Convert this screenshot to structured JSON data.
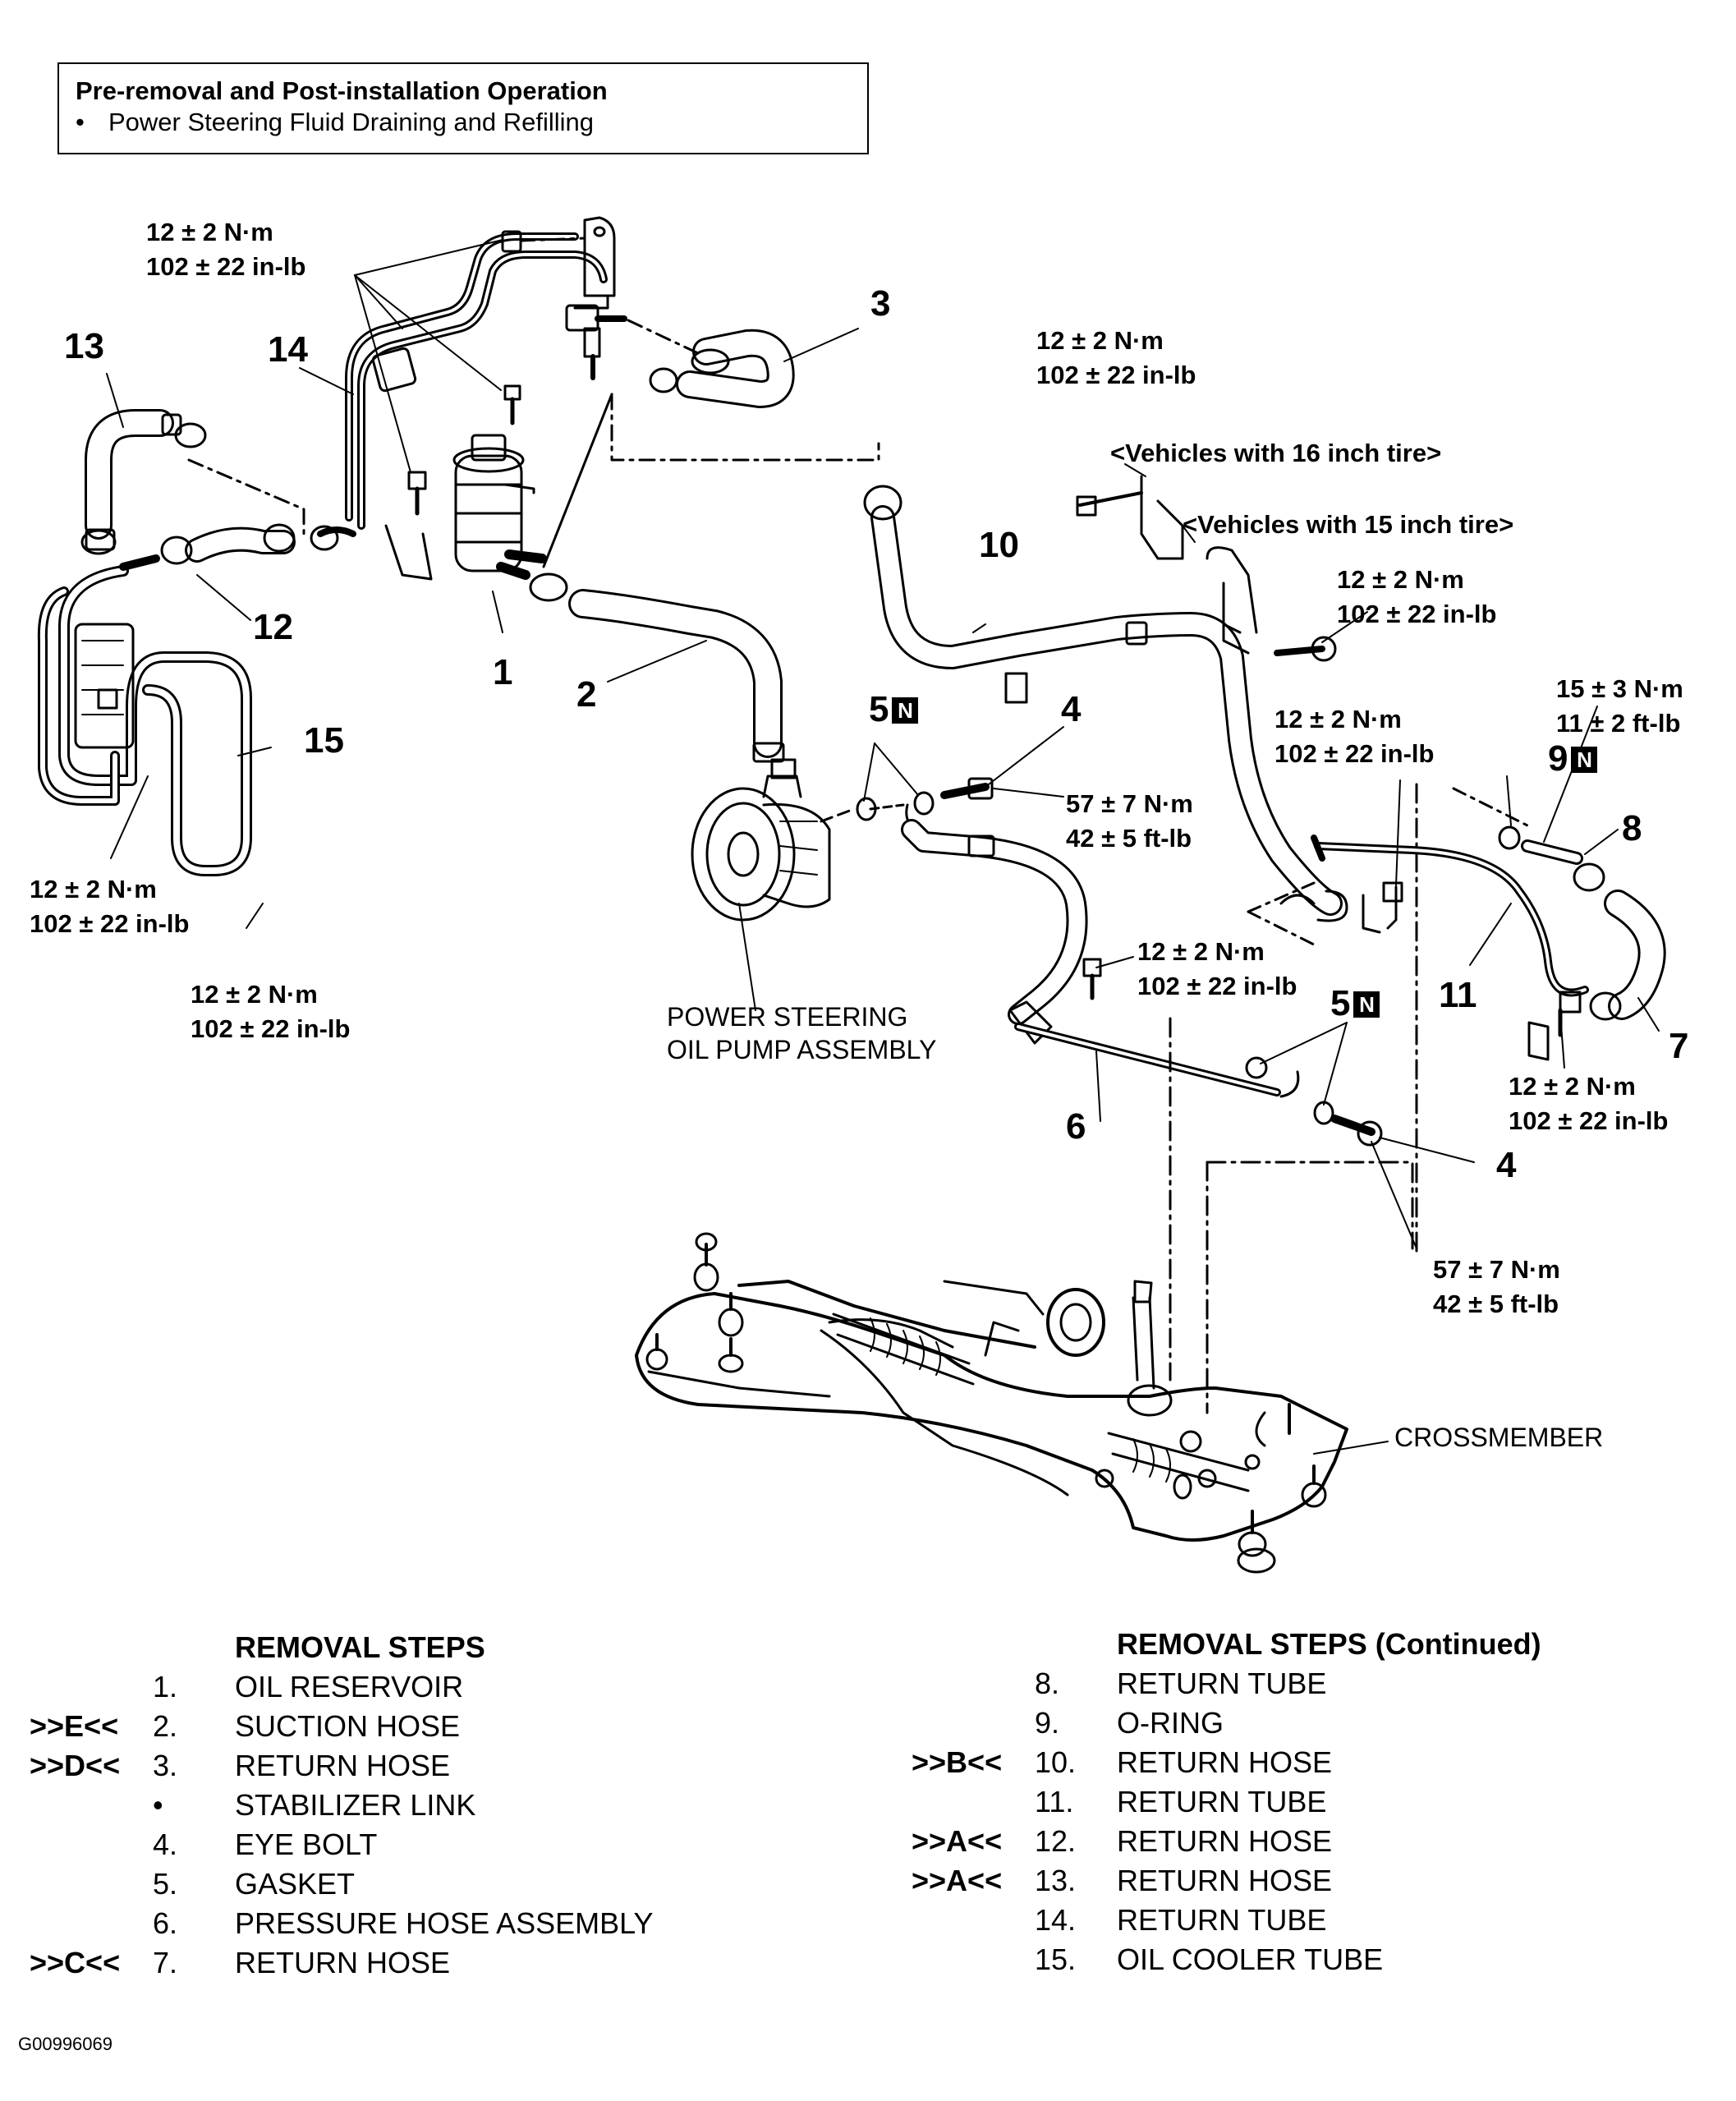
{
  "pre_removal": {
    "title": "Pre-removal and Post-installation Operation",
    "bullet": "•",
    "item": "Power Steering Fluid Draining and Refilling"
  },
  "torques": {
    "nm_12": "12 ± 2 N·m",
    "inlb_102": "102 ± 22 in-lb",
    "nm_57": "57 ± 7 N·m",
    "ftlb_42": "42 ± 5 ft-lb",
    "nm_15": "15 ± 3 N·m",
    "ftlb_11": "11 ± 2 ft-lb"
  },
  "notes": {
    "tire16": "<Vehicles with 16 inch tire>",
    "tire15": "<Vehicles with 15 inch tire>"
  },
  "parts": {
    "pump_line1": "POWER STEERING",
    "pump_line2": "OIL PUMP ASSEMBLY",
    "crossmember": "CROSSMEMBER"
  },
  "callouts": {
    "c1": "1",
    "c2": "2",
    "c3": "3",
    "c4": "4",
    "c5": "5",
    "c6": "6",
    "c7": "7",
    "c8": "8",
    "c9": "9",
    "c10": "10",
    "c11": "11",
    "c12": "12",
    "c13": "13",
    "c14": "14",
    "c15": "15",
    "badge": "N"
  },
  "removal_steps": {
    "heading": "REMOVAL STEPS",
    "items": [
      {
        "ref": "",
        "num": "1.",
        "text": "OIL RESERVOIR"
      },
      {
        "ref": ">>E<<",
        "num": "2.",
        "text": "SUCTION HOSE"
      },
      {
        "ref": ">>D<<",
        "num": "3.",
        "text": "RETURN HOSE"
      },
      {
        "ref": "",
        "num": "•",
        "text": "STABILIZER LINK"
      },
      {
        "ref": "",
        "num": "4.",
        "text": "EYE BOLT"
      },
      {
        "ref": "",
        "num": "5.",
        "text": "GASKET"
      },
      {
        "ref": "",
        "num": "6.",
        "text": "PRESSURE HOSE ASSEMBLY"
      },
      {
        "ref": ">>C<<",
        "num": "7.",
        "text": "RETURN HOSE"
      }
    ]
  },
  "removal_steps_cont": {
    "heading": "REMOVAL STEPS (Continued)",
    "items": [
      {
        "ref": "",
        "num": "8.",
        "text": "RETURN TUBE"
      },
      {
        "ref": "",
        "num": "9.",
        "text": "O-RING"
      },
      {
        "ref": ">>B<<",
        "num": "10.",
        "text": "RETURN HOSE"
      },
      {
        "ref": "",
        "num": "11.",
        "text": "RETURN TUBE"
      },
      {
        "ref": ">>A<<",
        "num": "12.",
        "text": "RETURN HOSE"
      },
      {
        "ref": ">>A<<",
        "num": "13.",
        "text": "RETURN HOSE"
      },
      {
        "ref": "",
        "num": "14.",
        "text": "RETURN TUBE"
      },
      {
        "ref": "",
        "num": "15.",
        "text": "OIL COOLER TUBE"
      }
    ]
  },
  "figure_id": "G00996069"
}
